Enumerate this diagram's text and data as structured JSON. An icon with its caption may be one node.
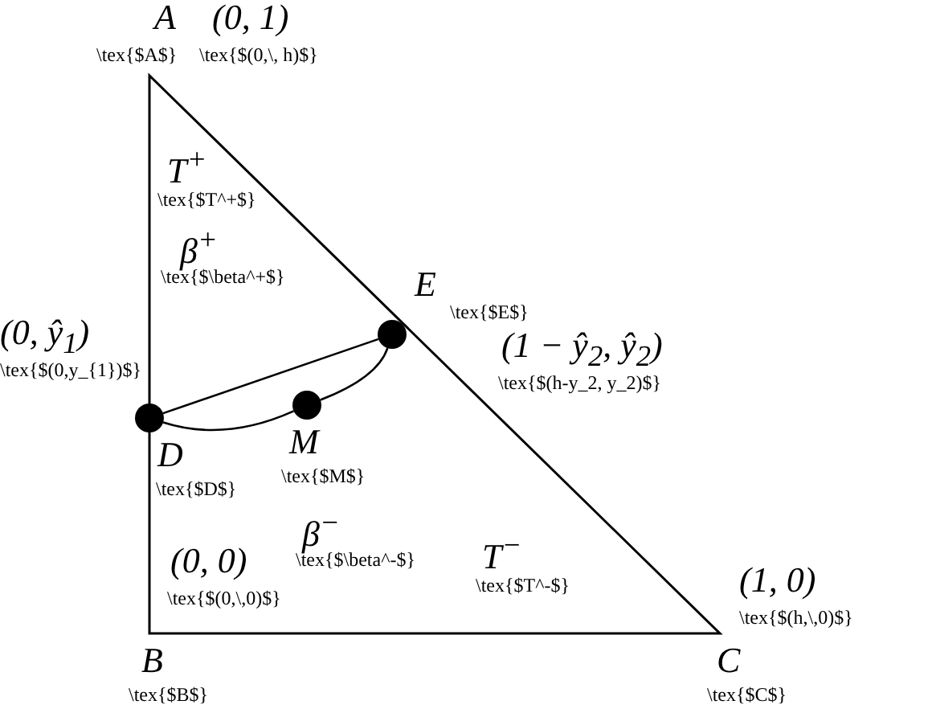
{
  "diagram": {
    "nodes": [
      {
        "text": [],
        "shape": "circle",
        "beside": [
          "E",
          "\\tex{$E$}"
        ]
      },
      {
        "text": [],
        "shape": "circle",
        "beside": [
          "D",
          "\\tex{$D$}"
        ]
      },
      {
        "text": [],
        "shape": "circle",
        "beside": [
          "M",
          "\\tex{$M$}"
        ]
      }
    ],
    "edges": [
      {
        "from": 1,
        "to": 0,
        "arrow": "none"
      },
      {
        "from": 1,
        "to": 2,
        "arrow": "none"
      },
      {
        "from": 2,
        "to": 0,
        "arrow": "none"
      }
    ],
    "labels": [
      "A",
      "\\tex{$A$}",
      "(0, 1)",
      "\\tex{$(0,\\, h)$}",
      "T$^{+}$",
      "\\tex{$T^+$}",
      "β$^{+}$",
      "\\tex{$\\beta^+$}",
      "(1 − ŷ$_{2}$, ŷ$_{2}$)",
      "\\tex{$(h-y_2, y_2)$}",
      "(0, ŷ$_{1}$)",
      "\\tex{$(0,y_{1})$}",
      "β$^{−}$",
      "\\tex{$\\beta^-$}",
      "(0, 0)",
      "\\tex{$(0,\\,0)$}",
      "T$^{−}$",
      "\\tex{$T^-$}",
      "(1, 0)",
      "\\tex{$(h,\\,0)$}",
      "B",
      "\\tex{$B$}",
      "C",
      "\\tex{$C$}"
    ]
  }
}
